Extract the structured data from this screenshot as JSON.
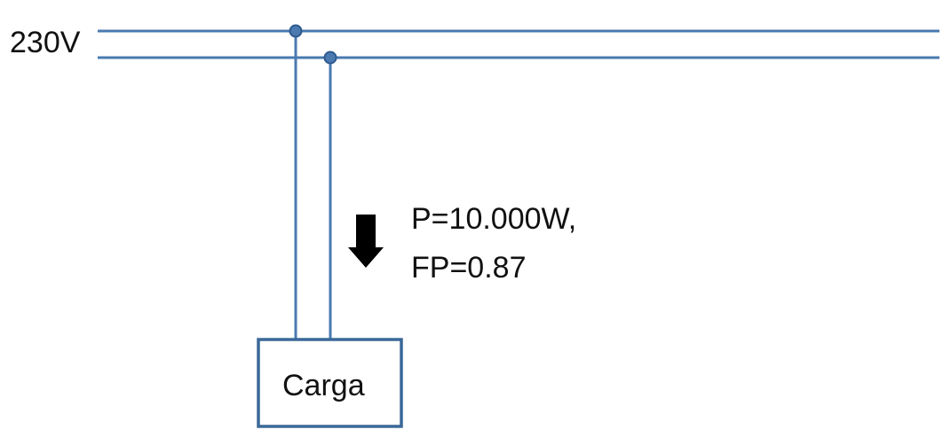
{
  "supply": {
    "voltage_label": "230V"
  },
  "load": {
    "name": "Carga",
    "power_label": "P=10.000W,",
    "power_factor_label": "FP=0.87"
  },
  "colors": {
    "wire": "#4a7ab0",
    "box_border": "#3a6898",
    "arrow": "#000000",
    "text": "#111111"
  },
  "icons": {
    "flow_arrow": "down-arrow-icon"
  }
}
